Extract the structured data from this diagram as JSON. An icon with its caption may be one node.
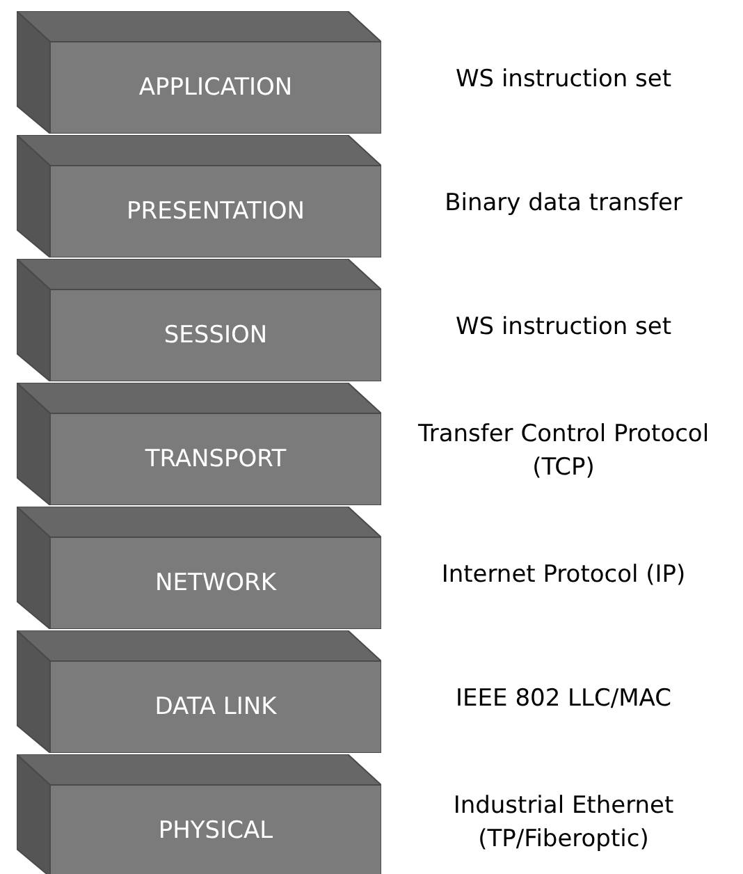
{
  "diagram": {
    "nodes": [
      {
        "text": [
          "APPLICATION"
        ],
        "beside": [
          "WS instruction set"
        ]
      },
      {
        "text": [
          "PRESENTATION"
        ],
        "beside": [
          "Binary data transfer"
        ]
      },
      {
        "text": [
          "SESSION"
        ],
        "beside": [
          "WS instruction set"
        ]
      },
      {
        "text": [
          "TRANSPORT"
        ],
        "beside": [
          "Transfer Control Protocol (TCP)"
        ]
      },
      {
        "text": [
          "NETWORK"
        ],
        "beside": [
          "Internet Protocol (IP)"
        ]
      },
      {
        "text": [
          "DATA LINK"
        ],
        "beside": [
          "IEEE 802 LLC/MAC"
        ]
      },
      {
        "text": [
          "PHYSICAL"
        ],
        "beside": [
          "Industrial Ethernet (TP/Fiberoptic)"
        ]
      }
    ]
  }
}
